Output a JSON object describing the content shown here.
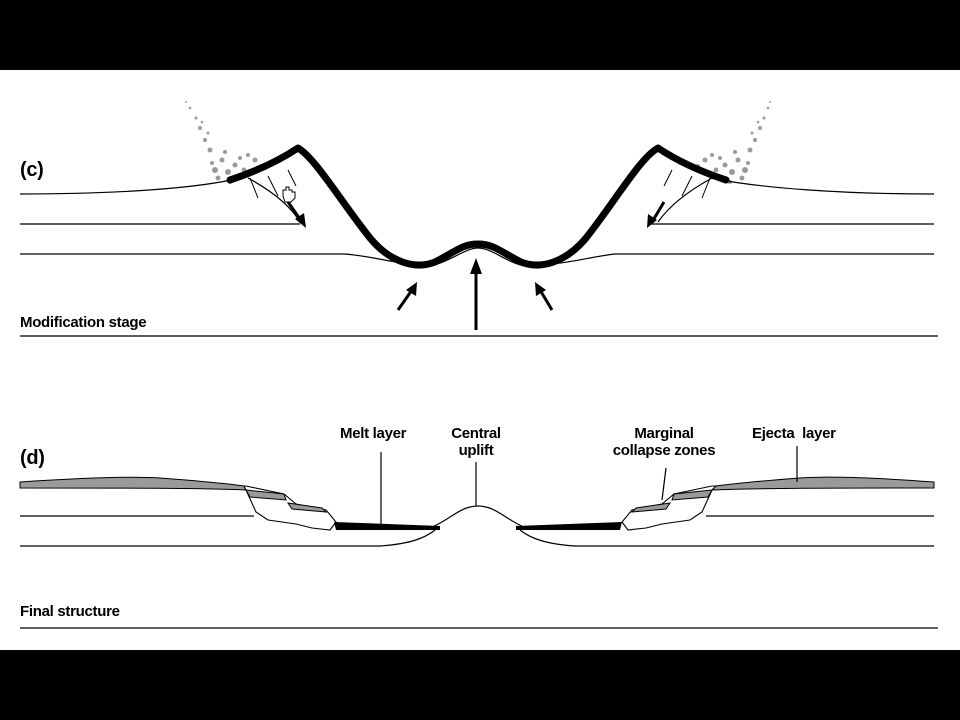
{
  "panel_c": {
    "letter": "(c)",
    "stage_label": "Modification stage"
  },
  "panel_d": {
    "letter": "(d)",
    "stage_label": "Final structure",
    "labels": {
      "melt_layer": "Melt layer",
      "central_uplift_line1": "Central",
      "central_uplift_line2": "uplift",
      "marginal_line1": "Marginal",
      "marginal_line2": "collapse zones",
      "ejecta_layer": "Ejecta  layer"
    }
  },
  "colors": {
    "background": "#ffffff",
    "frame": "#000000",
    "ejecta": "#9a9a9a",
    "melt": "#000000"
  }
}
